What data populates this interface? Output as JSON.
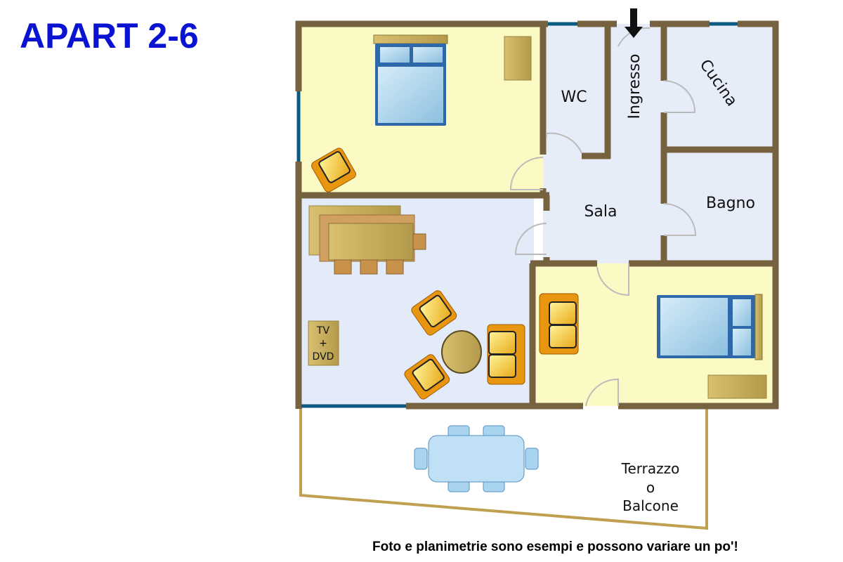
{
  "title": "APART 2-6",
  "note": "Foto e planimetrie sono esempi e possono variare un po'!",
  "rooms": {
    "wc": "WC",
    "ingresso": "Ingresso",
    "cucina": "Cucina",
    "sala": "Sala",
    "bagno": "Bagno",
    "terrazzo": [
      "Terrazzo",
      "o",
      "Balcone"
    ]
  },
  "tv": [
    "TV",
    "+",
    "DVD"
  ],
  "colors": {
    "wall": "#76623f",
    "window": "#0b5a82",
    "bedroom": "#fbfac4",
    "living": "#e3eaf8",
    "title": "#0a14d0"
  }
}
